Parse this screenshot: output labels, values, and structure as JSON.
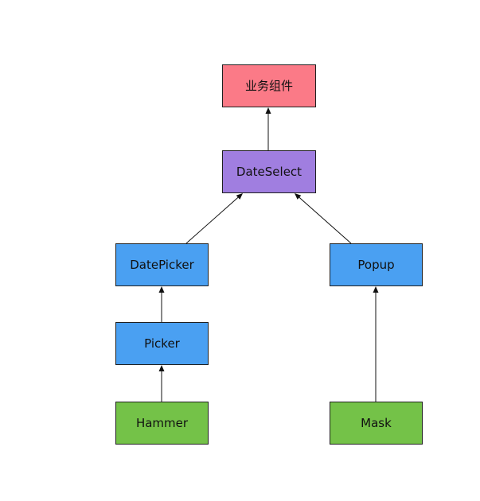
{
  "diagram": {
    "colors": {
      "business": "#fb7a87",
      "core": "#a07ee0",
      "component": "#4aa0f2",
      "base": "#74c248",
      "stroke": "#1f1f1f",
      "arrow": "#111111"
    },
    "nodes": [
      {
        "id": "business",
        "label": "业务组件",
        "color": "business"
      },
      {
        "id": "dateselect",
        "label": "DateSelect",
        "color": "core"
      },
      {
        "id": "datepicker",
        "label": "DatePicker",
        "color": "component"
      },
      {
        "id": "popup",
        "label": "Popup",
        "color": "component"
      },
      {
        "id": "picker",
        "label": "Picker",
        "color": "component"
      },
      {
        "id": "hammer",
        "label": "Hammer",
        "color": "base"
      },
      {
        "id": "mask",
        "label": "Mask",
        "color": "base"
      }
    ],
    "edges": [
      {
        "from": "dateselect",
        "to": "business"
      },
      {
        "from": "datepicker",
        "to": "dateselect"
      },
      {
        "from": "popup",
        "to": "dateselect"
      },
      {
        "from": "picker",
        "to": "datepicker"
      },
      {
        "from": "hammer",
        "to": "picker"
      },
      {
        "from": "mask",
        "to": "popup"
      }
    ]
  }
}
